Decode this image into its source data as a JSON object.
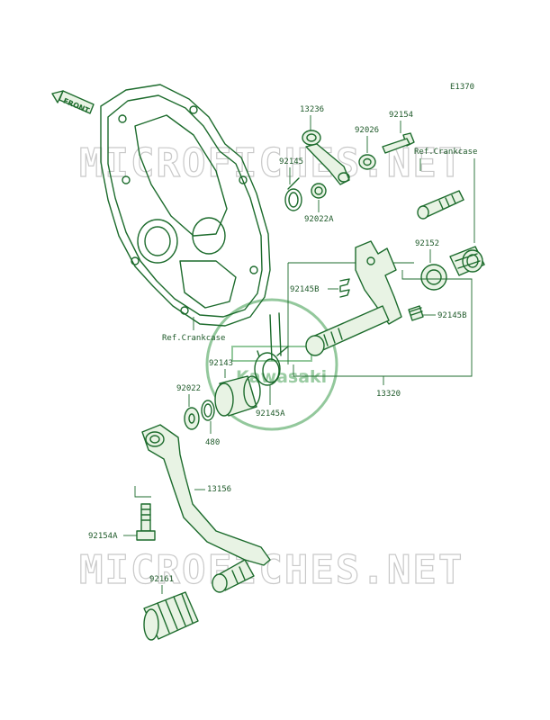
{
  "diagram_code": "E1370",
  "front_label": "FRONT",
  "watermark_text": "MICROFICHES.NET",
  "logo_text": "Kawasaki",
  "ref_crankcase": "Ref.Crankcase",
  "parts": {
    "p13236": "13236",
    "p92026": "92026",
    "p92154": "92154",
    "p92145": "92145",
    "p92022A": "92022A",
    "p92152": "92152",
    "p92145B_left": "92145B",
    "p92145B_right": "92145B",
    "p92143": "92143",
    "p92145A": "92145A",
    "p13320": "13320",
    "p92022": "92022",
    "p480": "480",
    "p13156": "13156",
    "p92154A": "92154A",
    "p92161": "92161"
  },
  "colors": {
    "line": "#1c6b2c",
    "label": "#1f5a2a",
    "watermark": "#c9c9c9",
    "logo": "#3a9a4a"
  }
}
